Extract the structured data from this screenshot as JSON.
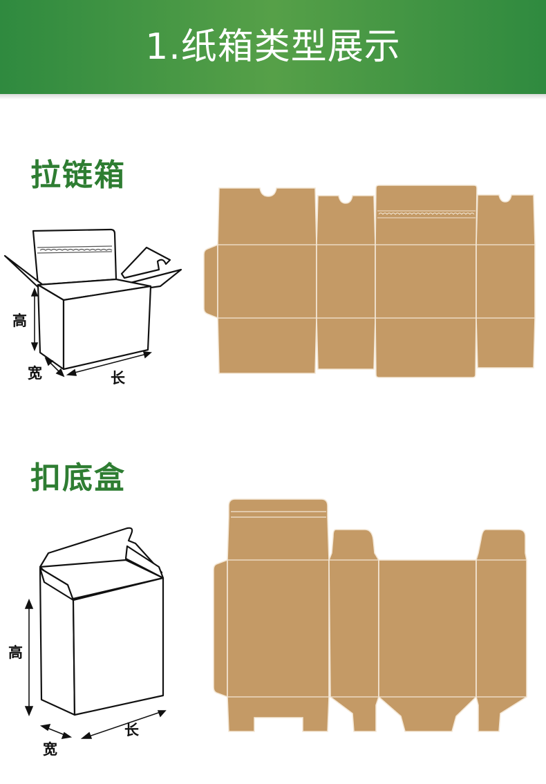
{
  "header": {
    "title": "1.纸箱类型展示"
  },
  "sections": [
    {
      "title": "拉链箱",
      "dimensions": {
        "height": "高",
        "width": "宽",
        "length": "长"
      }
    },
    {
      "title": "扣底盒",
      "dimensions": {
        "height": "高",
        "width": "宽",
        "length": "长"
      }
    }
  ],
  "colors": {
    "banner": "#2f8a3f",
    "section_title": "#2e7d32",
    "kraft": "#c49a66",
    "crease": "#f3e7d6"
  }
}
